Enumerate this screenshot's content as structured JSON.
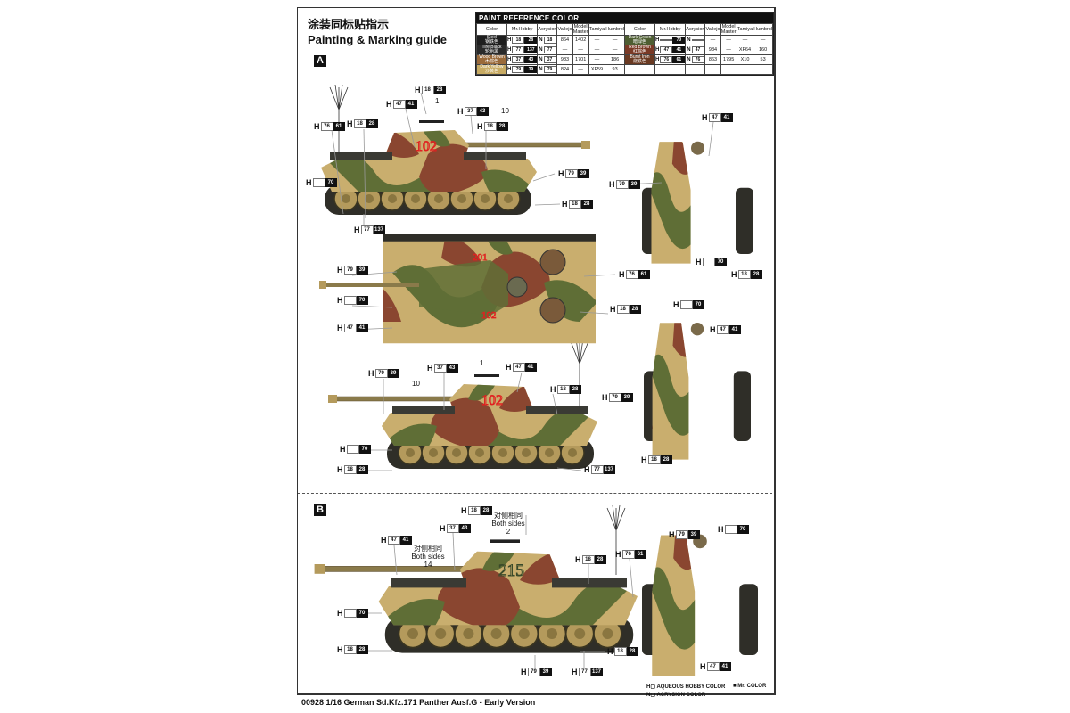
{
  "header": {
    "title_cn": "涂装同标贴指示",
    "title_en": "Painting & Marking guide"
  },
  "sections": [
    "A",
    "B"
  ],
  "paint_reference": {
    "title": "PAINT  REFERENCE COLOR",
    "columns": [
      "Color",
      "Mr.Hobby",
      "Acrysion",
      "Vallejo",
      "Model Master",
      "Tamiya",
      "Humbrol"
    ],
    "left": [
      {
        "en": "Steel",
        "cn": "钢铁色",
        "color": "#1e1e1e",
        "h": [
          "18",
          "28"
        ],
        "n": "18",
        "vallejo": "864",
        "mm": "1402",
        "tamiya": "—",
        "humbrol": "—"
      },
      {
        "en": "Tire Black",
        "cn": "轮胎黑",
        "color": "#2a2a2a",
        "h": [
          "77",
          "137"
        ],
        "n": "77",
        "vallejo": "—",
        "mm": "—",
        "tamiya": "—",
        "humbrol": "—"
      },
      {
        "en": "Wood Brown",
        "cn": "木棕色",
        "color": "#9a6a3a",
        "h": [
          "37",
          "43"
        ],
        "n": "37",
        "vallejo": "983",
        "mm": "1701",
        "tamiya": "—",
        "humbrol": "186"
      },
      {
        "en": "Dark Yellow",
        "cn": "沙黄色",
        "color": "#c8ab63",
        "h": [
          "79",
          "39"
        ],
        "n": "79",
        "vallejo": "824",
        "mm": "—",
        "tamiya": "XF59",
        "humbrol": "93"
      }
    ],
    "right": [
      {
        "en": "Dark Green",
        "cn": "暗绿色",
        "color": "#4e5e32",
        "h": [
          "",
          "70"
        ],
        "n": "",
        "vallejo": "—",
        "mm": "—",
        "tamiya": "—",
        "humbrol": "—"
      },
      {
        "en": "Red Brown",
        "cn": "红棕色",
        "color": "#7a3a26",
        "h": [
          "47",
          "41"
        ],
        "n": "47",
        "vallejo": "984",
        "mm": "—",
        "tamiya": "XF64",
        "humbrol": "160"
      },
      {
        "en": "Burnt Iron",
        "cn": "烧铁色",
        "color": "#6a3a22",
        "h": [
          "76",
          "61"
        ],
        "n": "76",
        "vallejo": "863",
        "mm": "1795",
        "tamiya": "X10",
        "humbrol": "53"
      }
    ]
  },
  "callouts": [
    {
      "p": "H",
      "a": "76",
      "b": "61"
    },
    {
      "p": "H",
      "a": "18",
      "b": "28"
    },
    {
      "p": "H",
      "a": "47",
      "b": "41"
    },
    {
      "p": "H",
      "a": "18",
      "b": "28"
    },
    {
      "p": "H",
      "a": "37",
      "b": "43"
    },
    {
      "p": "H",
      "a": "18",
      "b": "28"
    },
    {
      "p": "H",
      "a": "79",
      "b": "39"
    },
    {
      "p": "H",
      "a": "",
      "b": "70"
    },
    {
      "p": "H",
      "a": "18",
      "b": "28"
    },
    {
      "p": "H",
      "a": "77",
      "b": "137"
    },
    {
      "p": "H",
      "a": "47",
      "b": "41"
    },
    {
      "p": "H",
      "a": "79",
      "b": "39"
    },
    {
      "p": "H",
      "a": "",
      "b": "70"
    },
    {
      "p": "H",
      "a": "18",
      "b": "28"
    },
    {
      "p": "H",
      "a": "79",
      "b": "39"
    },
    {
      "p": "H",
      "a": "",
      "b": "70"
    },
    {
      "p": "H",
      "a": "47",
      "b": "41"
    },
    {
      "p": "H",
      "a": "76",
      "b": "61"
    },
    {
      "p": "H",
      "a": "18",
      "b": "28"
    },
    {
      "p": "H",
      "a": "79",
      "b": "39"
    },
    {
      "p": "H",
      "a": "37",
      "b": "43"
    },
    {
      "p": "H",
      "a": "47",
      "b": "41"
    },
    {
      "p": "H",
      "a": "18",
      "b": "28"
    },
    {
      "p": "H",
      "a": "",
      "b": "70"
    },
    {
      "p": "H",
      "a": "18",
      "b": "28"
    },
    {
      "p": "H",
      "a": "77",
      "b": "137"
    },
    {
      "p": "H",
      "a": "",
      "b": "70"
    },
    {
      "p": "H",
      "a": "47",
      "b": "41"
    },
    {
      "p": "H",
      "a": "79",
      "b": "39"
    },
    {
      "p": "H",
      "a": "18",
      "b": "28"
    },
    {
      "p": "H",
      "a": "18",
      "b": "28"
    },
    {
      "p": "H",
      "a": "37",
      "b": "43"
    },
    {
      "p": "H",
      "a": "47",
      "b": "41"
    },
    {
      "p": "H",
      "a": "18",
      "b": "28"
    },
    {
      "p": "H",
      "a": "76",
      "b": "61"
    },
    {
      "p": "H",
      "a": "",
      "b": "70"
    },
    {
      "p": "H",
      "a": "18",
      "b": "28"
    },
    {
      "p": "H",
      "a": "79",
      "b": "39"
    },
    {
      "p": "H",
      "a": "77",
      "b": "137"
    },
    {
      "p": "H",
      "a": "18",
      "b": "28"
    },
    {
      "p": "H",
      "a": "79",
      "b": "39"
    },
    {
      "p": "H",
      "a": "",
      "b": "70"
    },
    {
      "p": "H",
      "a": "47",
      "b": "41"
    }
  ],
  "part_numbers": [
    "1",
    "10",
    "1",
    "10",
    "2",
    "14"
  ],
  "both_sides_cn": "对侧相同",
  "both_sides_en": "Both sides",
  "markings": {
    "a": "102",
    "a_top1": "201",
    "a_top2": "102",
    "b": "215"
  },
  "legend": {
    "h": "AQUEOUS HOBBY COLOR",
    "mr": "Mr. COLOR",
    "n": "ACRYSION COLOR"
  },
  "footer": "00928  1/16  German Sd.Kfz.171 Panther Ausf.G - Early Version",
  "colors": {
    "sand": "#c9ae6e",
    "green": "#5f6e36",
    "brown": "#8a4630",
    "track": "#2f2e28",
    "marking": "#e02020"
  }
}
